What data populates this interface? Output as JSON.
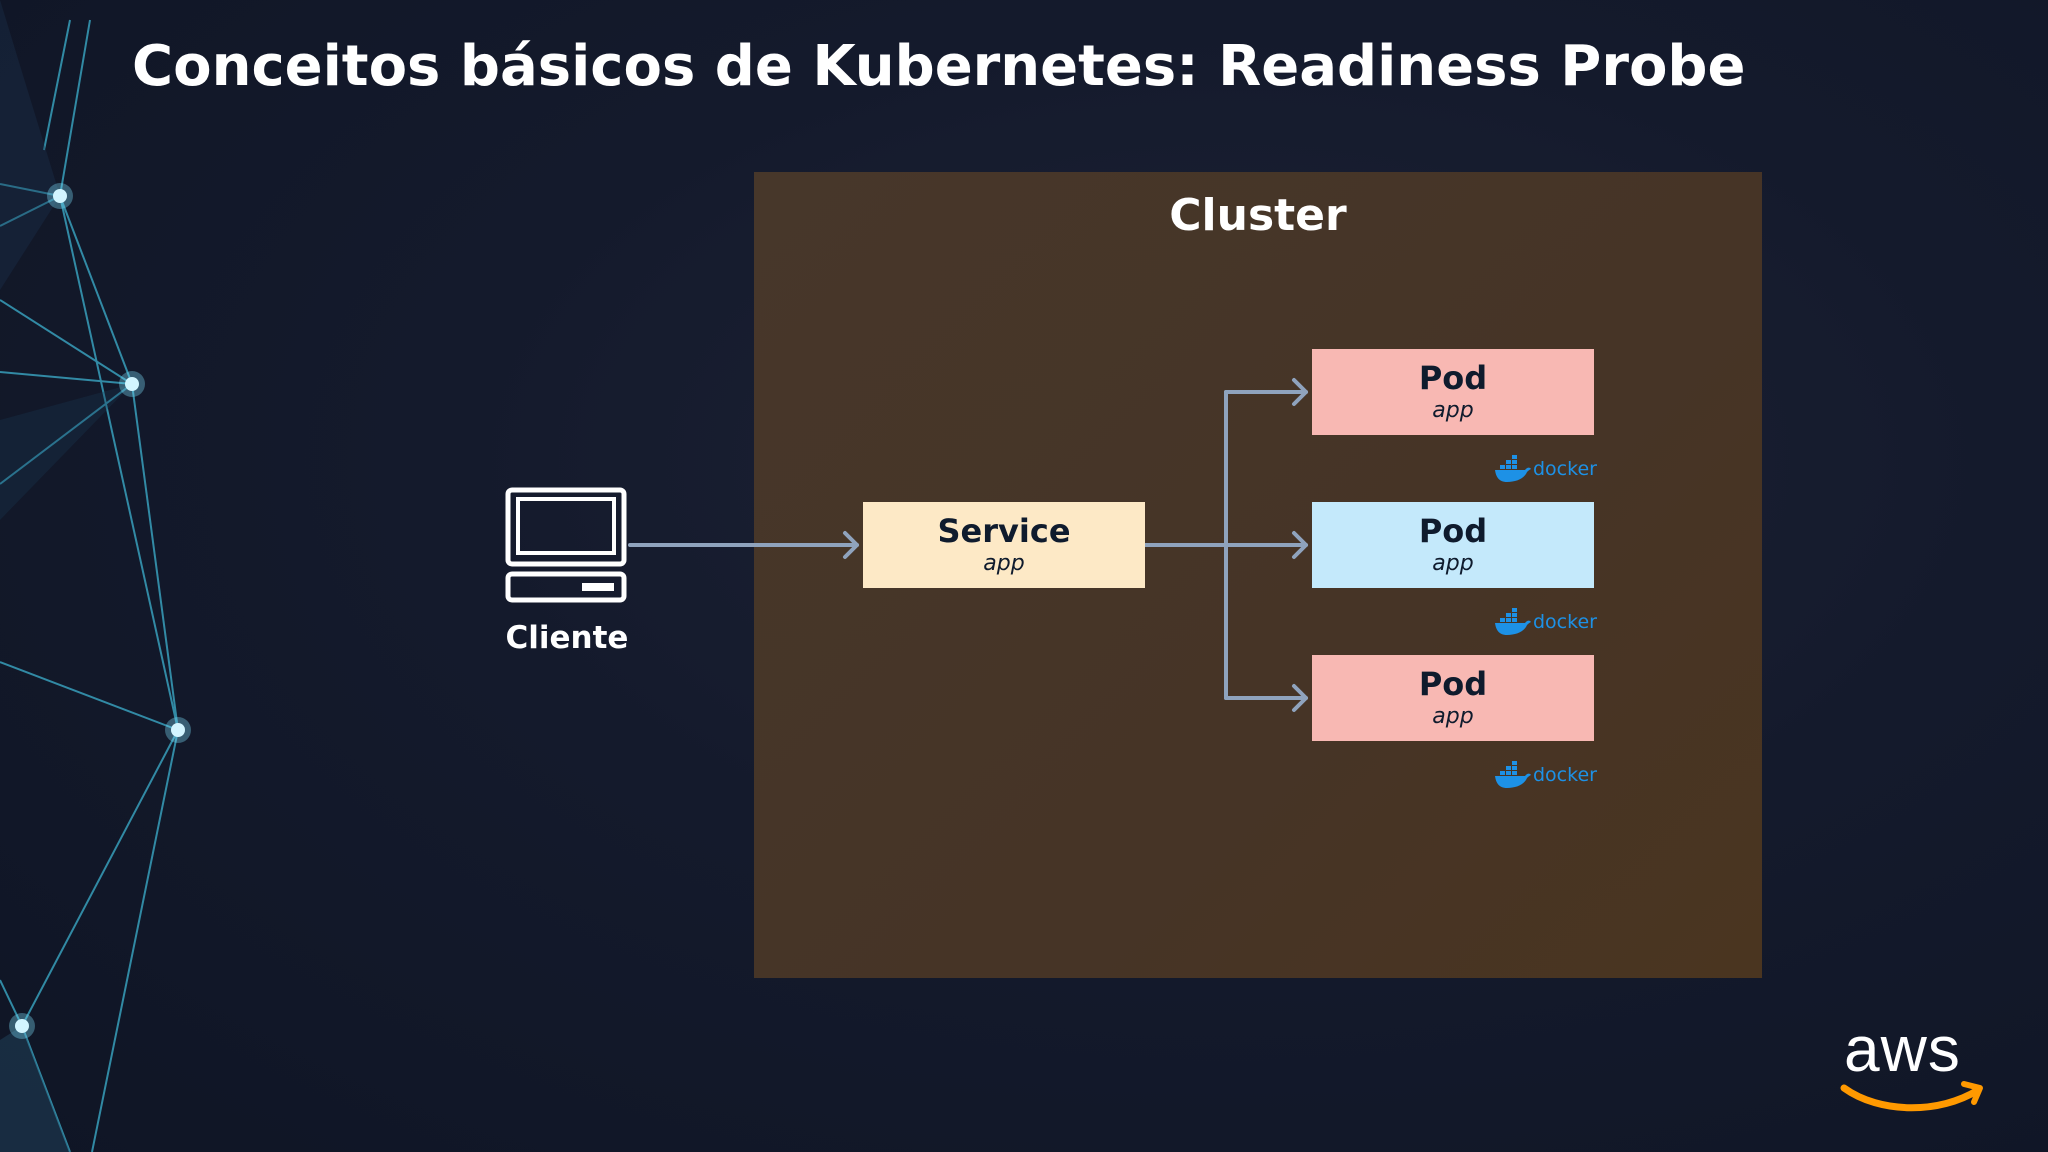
{
  "slide": {
    "title": "Conceitos básicos de Kubernetes: Readiness Probe"
  },
  "cluster": {
    "label": "Cluster"
  },
  "client": {
    "label": "Cliente",
    "icon": "laptop-icon"
  },
  "service": {
    "name": "Service",
    "sub": "app",
    "color": "#fde9c6"
  },
  "pods": [
    {
      "name": "Pod",
      "sub": "app",
      "color": "#f8b8b3",
      "runtime": "docker"
    },
    {
      "name": "Pod",
      "sub": "app",
      "color": "#c4e9fb",
      "runtime": "docker"
    },
    {
      "name": "Pod",
      "sub": "app",
      "color": "#f8b8b3",
      "runtime": "docker"
    }
  ],
  "brand": {
    "logo_text": "aws",
    "accent": "#ff9900"
  },
  "colors": {
    "arrow": "#8fa3bd",
    "docker_blue": "#1d91e6",
    "network_lines": "#5ec8e0"
  }
}
